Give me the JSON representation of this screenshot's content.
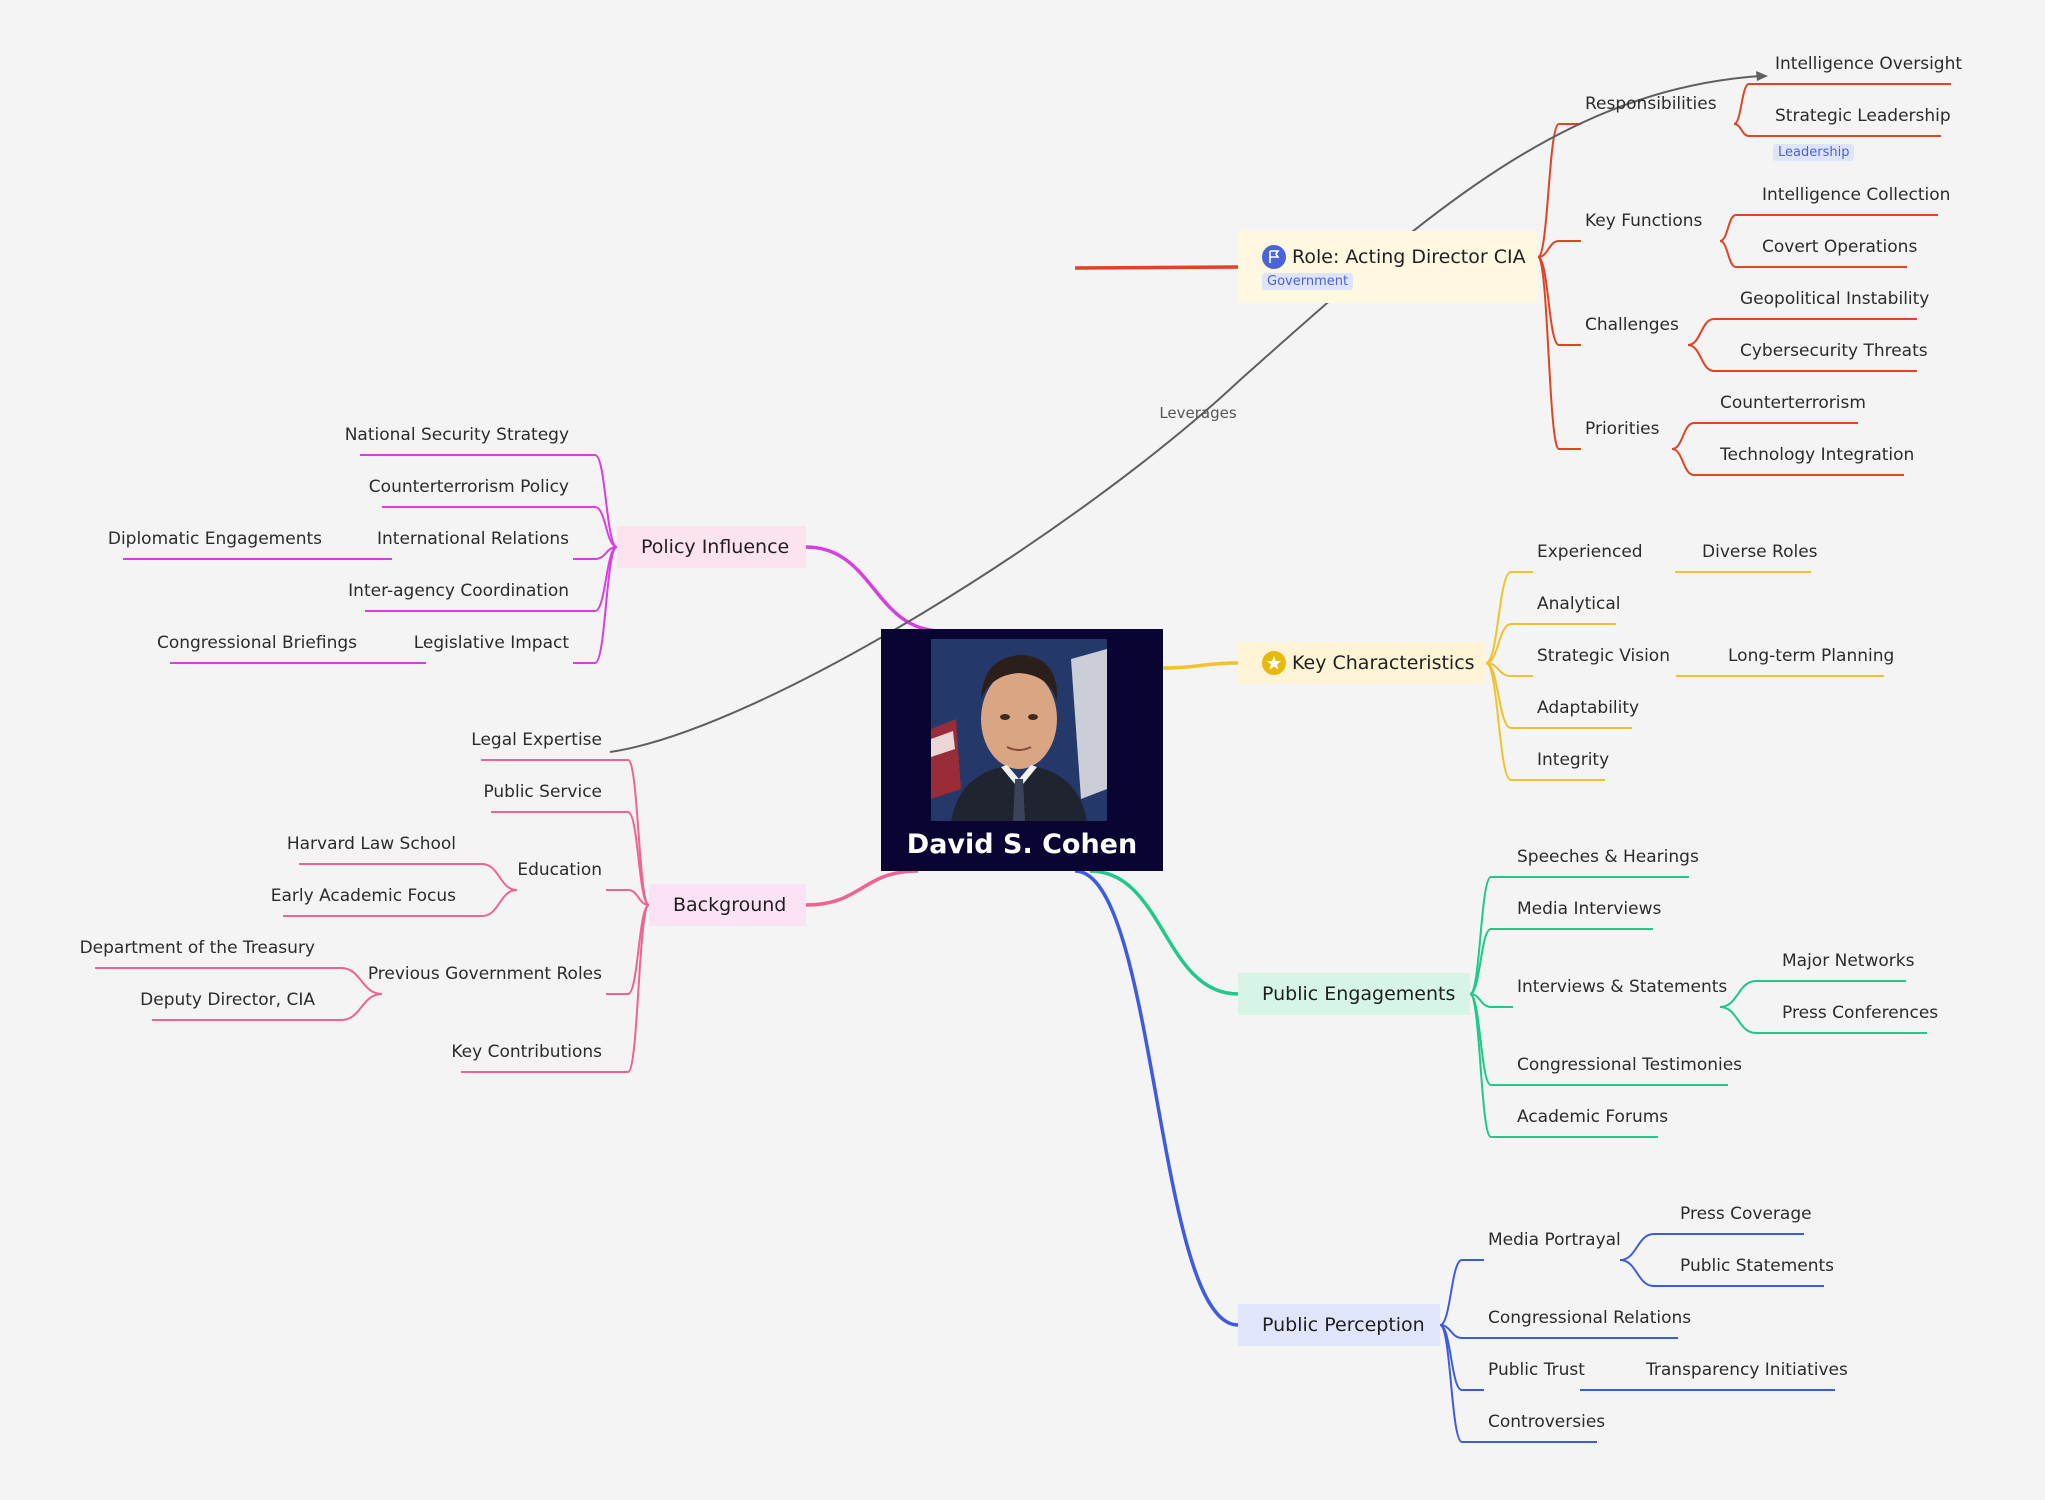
{
  "center": {
    "title": "David S. Cohen",
    "photo": "portrait-photo"
  },
  "cross_link": {
    "label": "Leverages"
  },
  "branches": {
    "role": {
      "title": "Role: Acting Director CIA",
      "tag": "Government",
      "icon": "flag-icon",
      "color": "#e04424",
      "bg": "#fff8e1",
      "children": [
        {
          "label": "Responsibilities",
          "children": [
            {
              "label": "Intelligence Oversight"
            },
            {
              "label": "Strategic Leadership",
              "tag": "Leadership"
            }
          ]
        },
        {
          "label": "Key Functions",
          "children": [
            {
              "label": "Intelligence Collection"
            },
            {
              "label": "Covert Operations"
            }
          ]
        },
        {
          "label": "Challenges",
          "children": [
            {
              "label": "Geopolitical Instability"
            },
            {
              "label": "Cybersecurity Threats"
            }
          ]
        },
        {
          "label": "Priorities",
          "children": [
            {
              "label": "Counterterrorism"
            },
            {
              "label": "Technology Integration"
            }
          ]
        }
      ]
    },
    "characteristics": {
      "title": "Key Characteristics",
      "icon": "star-icon",
      "color": "#f2c12e",
      "bg": "#fff5d6",
      "children": [
        {
          "label": "Experienced",
          "children": [
            {
              "label": "Diverse Roles"
            }
          ]
        },
        {
          "label": "Analytical"
        },
        {
          "label": "Strategic Vision",
          "children": [
            {
              "label": "Long-term Planning"
            }
          ]
        },
        {
          "label": "Adaptability"
        },
        {
          "label": "Integrity"
        }
      ]
    },
    "engagements": {
      "title": "Public Engagements",
      "color": "#1ec98a",
      "bg": "#d6f5e6",
      "children": [
        {
          "label": "Speeches & Hearings"
        },
        {
          "label": "Media Interviews"
        },
        {
          "label": "Interviews & Statements",
          "children": [
            {
              "label": "Major Networks"
            },
            {
              "label": "Press Conferences"
            }
          ]
        },
        {
          "label": "Congressional Testimonies"
        },
        {
          "label": "Academic Forums"
        }
      ]
    },
    "perception": {
      "title": "Public Perception",
      "color": "#3d5be0",
      "bg": "#e0e5fb",
      "children": [
        {
          "label": "Media Portrayal",
          "children": [
            {
              "label": "Press Coverage"
            },
            {
              "label": "Public Statements"
            }
          ]
        },
        {
          "label": "Congressional Relations"
        },
        {
          "label": "Public Trust",
          "children": [
            {
              "label": "Transparency Initiatives"
            }
          ]
        },
        {
          "label": "Controversies"
        }
      ]
    },
    "policy": {
      "title": "Policy Influence",
      "color": "#d93ee0",
      "bg": "#fde3ee",
      "children": [
        {
          "label": "National Security Strategy"
        },
        {
          "label": "Counterterrorism Policy"
        },
        {
          "label": "International Relations",
          "children": [
            {
              "label": "Diplomatic Engagements"
            }
          ]
        },
        {
          "label": "Inter-agency Coordination"
        },
        {
          "label": "Legislative Impact",
          "children": [
            {
              "label": "Congressional Briefings"
            }
          ]
        }
      ]
    },
    "background": {
      "title": "Background",
      "color": "#f06292",
      "bg": "#fbe3f5",
      "children": [
        {
          "label": "Legal Expertise"
        },
        {
          "label": "Public Service"
        },
        {
          "label": "Education",
          "children": [
            {
              "label": "Harvard Law School"
            },
            {
              "label": "Early Academic Focus"
            }
          ]
        },
        {
          "label": "Previous Government Roles",
          "children": [
            {
              "label": "Department of the Treasury"
            },
            {
              "label": "Deputy Director, CIA"
            }
          ]
        },
        {
          "label": "Key Contributions"
        }
      ]
    }
  }
}
